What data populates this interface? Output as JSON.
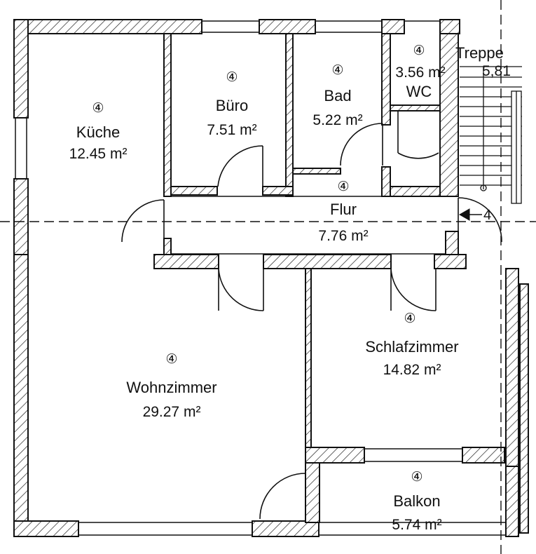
{
  "plan": {
    "level_marker": "4",
    "rooms": {
      "kueche": {
        "name": "Küche",
        "area": "12.45 m²",
        "marker": "④"
      },
      "buero": {
        "name": "Büro",
        "area": "7.51 m²",
        "marker": "④"
      },
      "bad": {
        "name": "Bad",
        "area": "5.22 m²",
        "marker": "④"
      },
      "wc": {
        "name": "WC",
        "area": "3.56 m²",
        "marker": "④"
      },
      "treppe": {
        "name": "Treppe",
        "area": "5,81"
      },
      "flur": {
        "name": "Flur",
        "area": "7.76 m²",
        "marker": "④"
      },
      "wohnzimmer": {
        "name": "Wohnzimmer",
        "area": "29.27 m²",
        "marker": "④"
      },
      "schlafzimmer": {
        "name": "Schlafzimmer",
        "area": "14.82 m²",
        "marker": "④"
      },
      "balkon": {
        "name": "Balkon",
        "area": "5.74 m²",
        "marker": "④"
      }
    }
  }
}
